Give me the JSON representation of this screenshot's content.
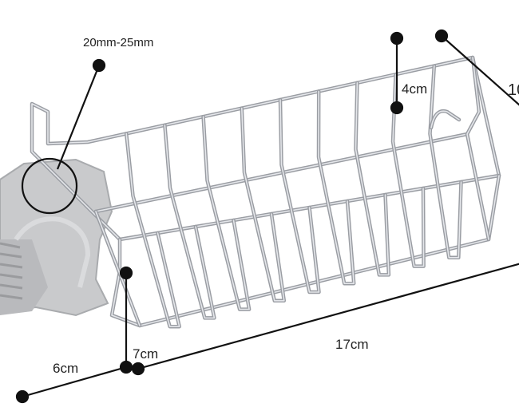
{
  "labels": {
    "clamp_diameter": "20mm-25mm",
    "height": "4cm",
    "depth": "10",
    "length": "17cm",
    "leg_height": "7cm",
    "clamp_length": "6cm"
  },
  "colors": {
    "wire": "#9a9da3",
    "wire_highlight": "#e4e6ea",
    "clamp": "#c9cacc",
    "clamp_shadow": "#a9abae",
    "dimension_line": "#111111"
  }
}
